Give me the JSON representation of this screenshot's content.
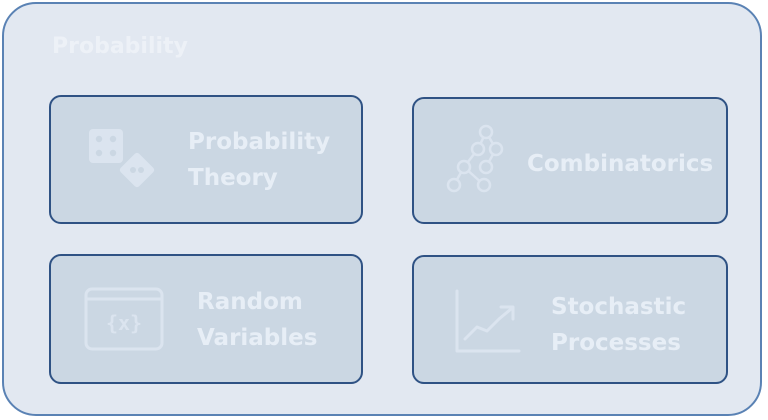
{
  "title": "Probability",
  "cards": [
    {
      "label_line1": "Probability",
      "label_line2": "Theory",
      "icon": "dice-icon"
    },
    {
      "label_line1": "Combinatorics",
      "icon": "tree-graph-icon"
    },
    {
      "label_line1": "Random",
      "label_line2": "Variables",
      "icon": "variable-function-icon"
    },
    {
      "label_line1": "Stochastic",
      "label_line2": "Processes",
      "icon": "trend-chart-icon"
    }
  ],
  "colors": {
    "frame_fill": "#e2e8f1",
    "frame_border": "#5a82b4",
    "card_fill": "#cbd7e3",
    "card_border": "#2f5284",
    "text": "#e7eef6"
  }
}
